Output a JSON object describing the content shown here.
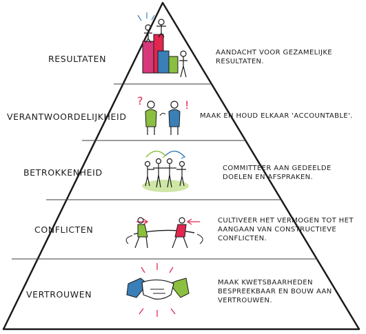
{
  "levels": [
    {
      "title": "Resultaten",
      "description": "Aandacht voor gezamelijke resultaten."
    },
    {
      "title": "Verantwoordelijkheid",
      "description": "Maak en houd elkaar 'accountable'."
    },
    {
      "title": "Betrokkenheid",
      "description": "Committeer aan gedeelde doelen en afspraken."
    },
    {
      "title": "Conflicten",
      "description": "Cultiveer het vermogen tot het aangaan van constructieve conflicten."
    },
    {
      "title": "Vertrouwen",
      "description": "Maak kwetsbaarheden bespreekbaar en bouw aan vertrouwen."
    }
  ],
  "colors": {
    "outline": "#1a1a1a",
    "divider": "#3a3a3a",
    "accent_red": "#e2264f",
    "accent_blue": "#3a7fb8",
    "accent_green": "#8bbf3f",
    "accent_pink": "#d6387a"
  },
  "icons": [
    "podium-winners-icon",
    "two-people-questioning-icon",
    "circle-of-people-icon",
    "tug-of-war-icon",
    "handshake-icon"
  ]
}
